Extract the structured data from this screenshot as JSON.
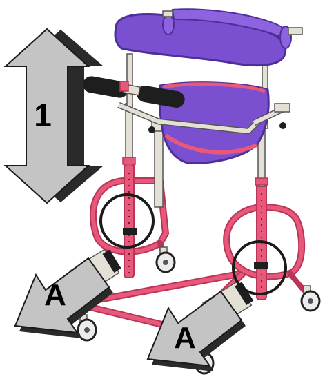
{
  "labels": {
    "height_adjust": "1",
    "leg_adjust_left": "A",
    "leg_adjust_right": "A"
  },
  "colors": {
    "frame": "#e8587a",
    "frame_dark": "#b83558",
    "pad": "#7a4fd0",
    "pad_dark": "#4d2f9a",
    "arrow_fill": "#c4c4c4",
    "arrow_shadow": "#2a2a2a",
    "grip": "#1e1e1e",
    "metal": "#e4e0d6",
    "circle": "#1a1a1a"
  },
  "icons": {
    "vertical_arrow": "double-headed-arrow",
    "leg_arrows": "diagonal-arrow",
    "highlight": "circle-marker"
  }
}
